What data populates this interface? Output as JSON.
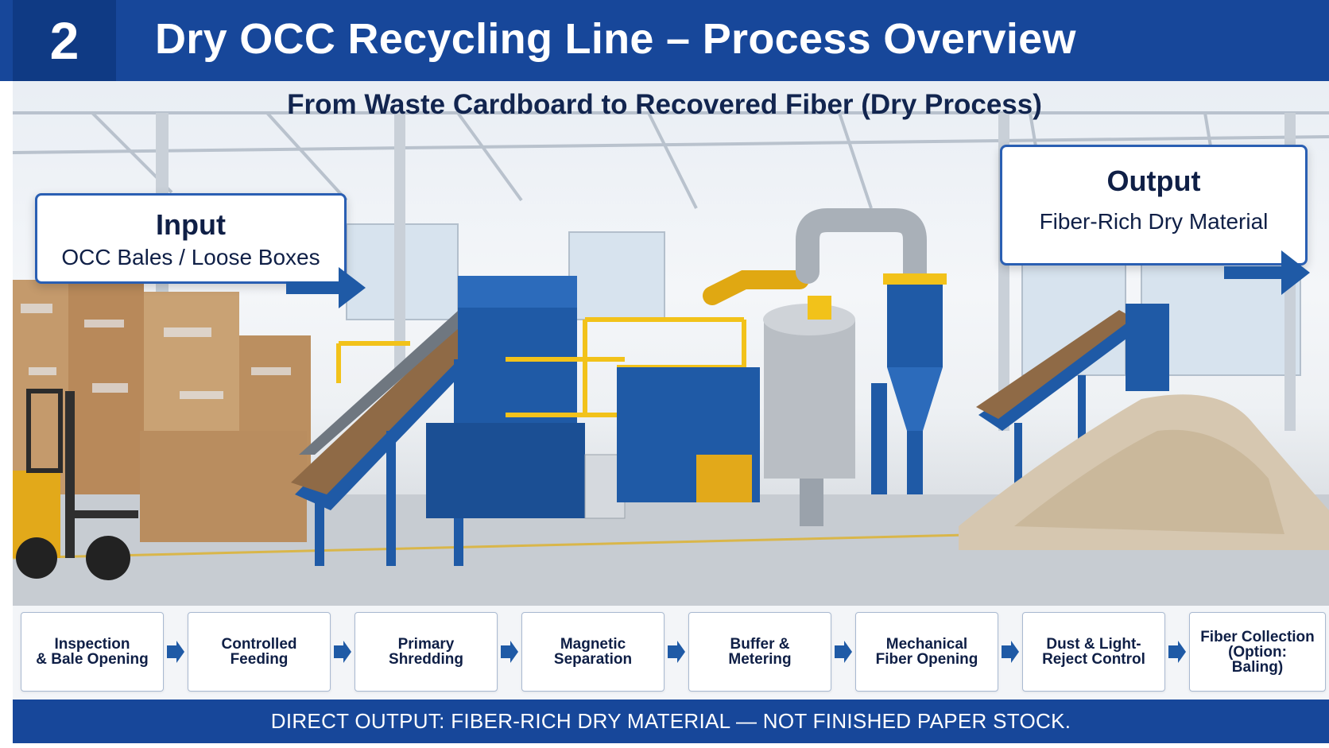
{
  "header": {
    "number": "2",
    "title": "Dry OCC Recycling Line – Process Overview"
  },
  "subtitle": "From Waste Cardboard to Recovered Fiber (Dry Process)",
  "input": {
    "title": "Input",
    "subtitle": "OCC Bales / Loose Boxes"
  },
  "output": {
    "title": "Output",
    "subtitle": "Fiber-Rich Dry Material"
  },
  "steps": [
    {
      "label": "Inspection\n& Bale Opening"
    },
    {
      "label": "Controlled\nFeeding"
    },
    {
      "label": "Primary\nShredding"
    },
    {
      "label": "Magnetic\nSeparation"
    },
    {
      "label": "Buffer &\nMetering"
    },
    {
      "label": "Mechanical\nFiber Opening"
    },
    {
      "label": "Dust & Light-\nReject Control"
    },
    {
      "label": "Fiber Collection\n(Option:\nBaling)"
    }
  ],
  "footer": "DIRECT OUTPUT: FIBER-RICH DRY MATERIAL — NOT FINISHED PAPER STOCK.",
  "colors": {
    "header_blue": "#17479a",
    "machine_blue": "#1f5aa6",
    "rail_yellow": "#f2c21a",
    "cardboard": "#c49a6c",
    "steel": "#b9bec4"
  },
  "icons": {
    "step_arrow": "arrow-right-icon",
    "callout_arrow": "arrow-right-icon"
  }
}
